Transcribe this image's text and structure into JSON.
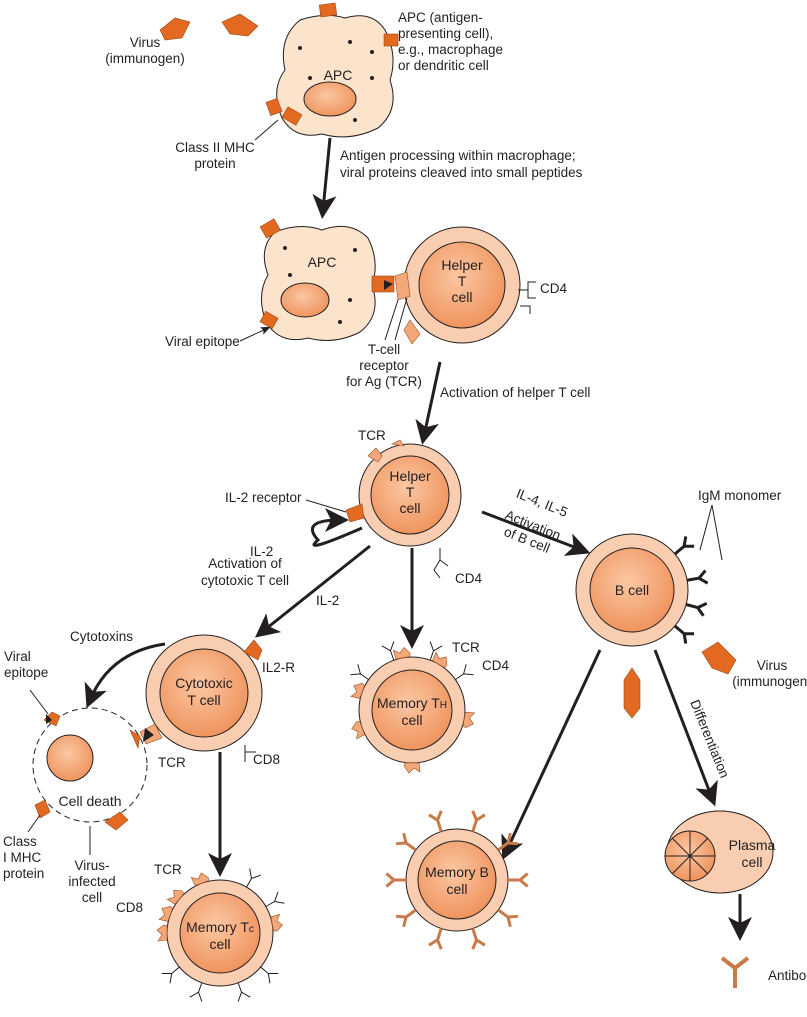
{
  "colors": {
    "cell_outer": "#f9cdb0",
    "cell_inner": "#f09a66",
    "apc_fill": "#fce3cc",
    "marker": "#e2691f",
    "ink": "#231f20"
  },
  "labels": {
    "virus_top": [
      "Virus",
      "(immunogen)"
    ],
    "apc1": "APC",
    "apc_desc": [
      "APC (antigen-",
      "presenting cell),",
      "e.g., macrophage",
      "or dendritic cell"
    ],
    "class2_mhc": [
      "Class II MHC",
      "protein"
    ],
    "processing": [
      "Antigen processing within macrophage;",
      "viral proteins cleaved into small peptides"
    ],
    "apc2": "APC",
    "helper_t1": [
      "Helper",
      "T",
      "cell"
    ],
    "cd4_1": "CD4",
    "viral_epitope_1": "Viral epitope",
    "tcr_desc": [
      "T-cell",
      "receptor",
      "for Ag (TCR)"
    ],
    "activation_helper": "Activation of helper T cell",
    "tcr_2": "TCR",
    "il2_receptor": "IL-2 receptor",
    "helper_t2": [
      "Helper",
      "T",
      "cell"
    ],
    "il2_loop": "IL-2",
    "cd4_2": "CD4",
    "b_activation": [
      "IL-4, IL-5",
      "Activation",
      "of B cell"
    ],
    "igm_monomer": "IgM monomer",
    "b_cell": "B cell",
    "activation_cytotoxic": [
      "Activation of",
      "cytotoxic T cell"
    ],
    "il2_arrow": "IL-2",
    "cytotoxins": "Cytotoxins",
    "cytotoxic_t": [
      "Cytotoxic",
      "T cell"
    ],
    "il2r": "IL2-R",
    "tcr_3": "TCR",
    "cd8_1": "CD8",
    "viral_epitope_2": [
      "Viral",
      "epitope"
    ],
    "cell_death": "Cell death",
    "class1_mhc": [
      "Class",
      "I MHC",
      "protein"
    ],
    "virus_infected": [
      "Virus-",
      "infected",
      "cell"
    ],
    "memory_th": {
      "main": "Memory T",
      "sub": "H",
      "line2": "cell"
    },
    "tcr_4": "TCR",
    "cd4_3": "CD4",
    "virus_b": [
      "Virus",
      "(immunogen)"
    ],
    "differentiation": "Differentiation",
    "plasma_cell": [
      "Plasma",
      "cell"
    ],
    "memory_b": [
      "Memory B",
      "cell"
    ],
    "tcr_5": "TCR",
    "cd8_2": "CD8",
    "memory_tc": {
      "main": "Memory T",
      "sub": "c",
      "line2": "cell"
    },
    "antibody": "Antibody"
  }
}
